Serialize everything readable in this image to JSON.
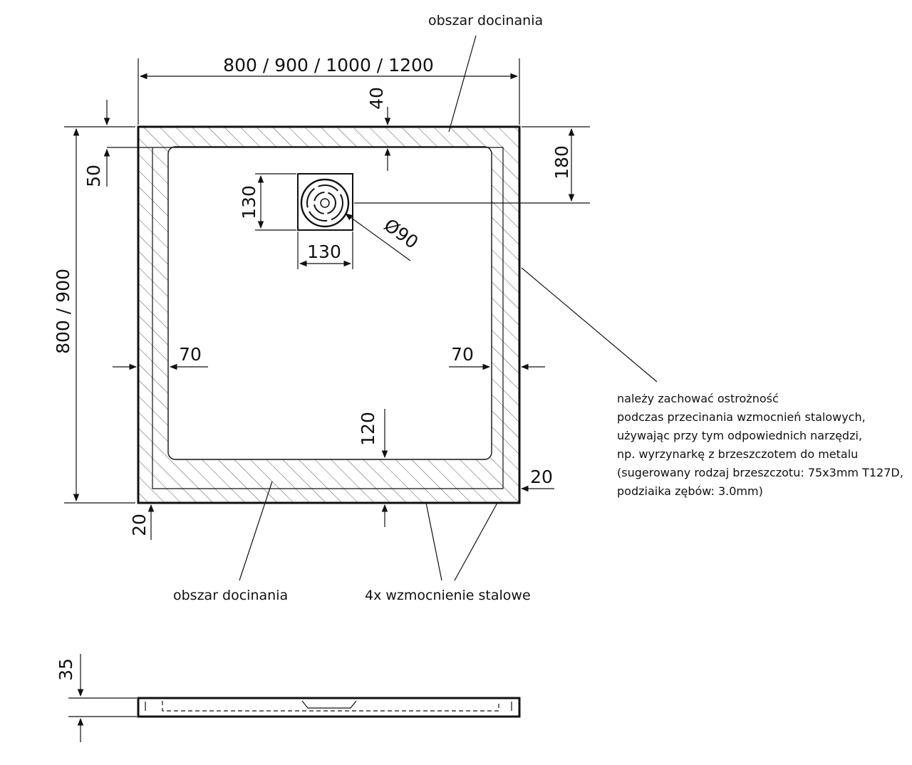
{
  "diagram": {
    "labels": {
      "trim_area_top": "obszar docinania",
      "trim_area_bottom": "obszar docinania",
      "reinforcement": "4x wzmocnienie stalowe"
    },
    "dimensions": {
      "width": "800 / 900 / 1000 / 1200",
      "height": "800 / 900",
      "d40": "40",
      "d50": "50",
      "d180": "180",
      "drain_h": "130",
      "drain_w": "130",
      "drain_dia": "Ø90",
      "left_70": "70",
      "right_70": "70",
      "d120": "120",
      "right_20": "20",
      "bottom_20": "20",
      "side_35": "35"
    },
    "note": [
      "należy zachować ostrożność",
      "podczas przecinania wzmocnień stalowych,",
      "używając przy tym odpowiednich narzędzi,",
      "np. wyrzynarkę z brzeszczotem do metalu",
      "(sugerowany rodzaj brzeszczotu: 75x3mm T127D,",
      "podziaika zębów: 3.0mm)"
    ]
  }
}
